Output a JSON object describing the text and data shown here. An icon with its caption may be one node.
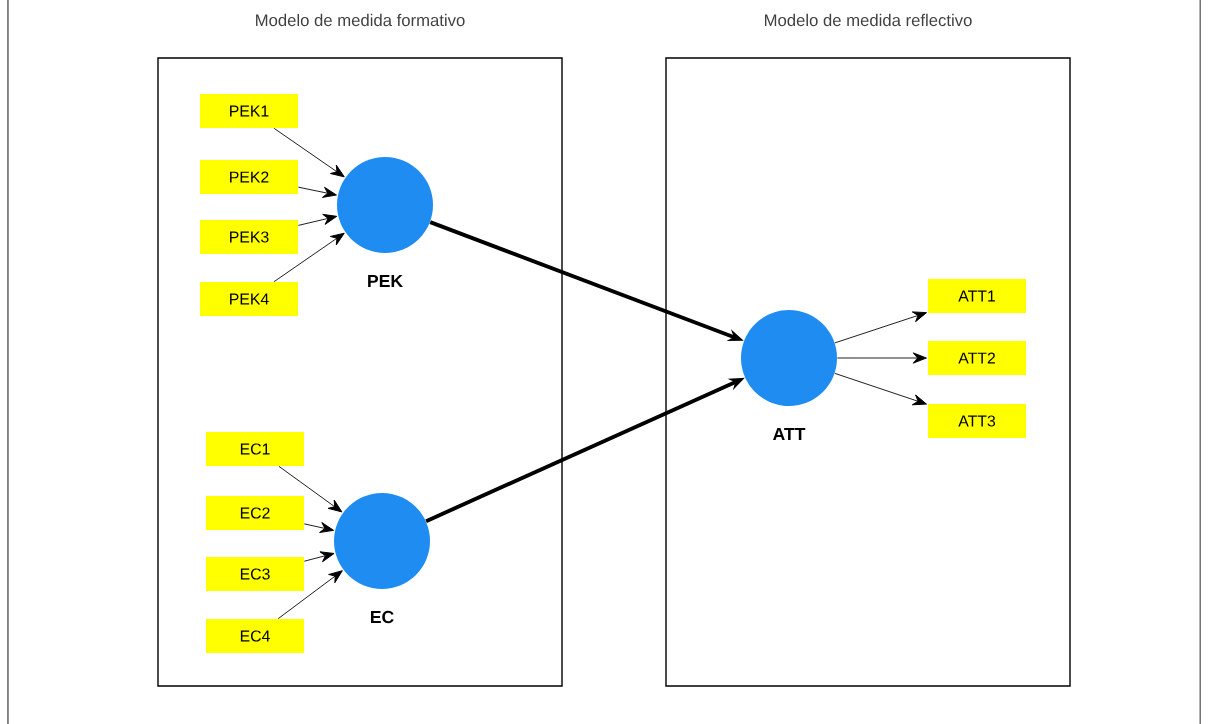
{
  "diagram": {
    "nodes": [
      {
        "text": [
          "Modelo de medida formativo"
        ]
      },
      {
        "text": [
          "PEK1"
        ],
        "in": 0
      },
      {
        "text": [
          "PEK2"
        ],
        "in": 0
      },
      {
        "text": [
          "PEK3"
        ],
        "in": 0
      },
      {
        "text": [
          "PEK4"
        ],
        "in": 0
      },
      {
        "text": [
          "PEK"
        ],
        "in": 0
      },
      {
        "text": [
          "EC1"
        ],
        "in": 0
      },
      {
        "text": [
          "EC2"
        ],
        "in": 0
      },
      {
        "text": [
          "EC3"
        ],
        "in": 0
      },
      {
        "text": [
          "EC4"
        ],
        "in": 0
      },
      {
        "text": [
          "EC"
        ],
        "in": 0
      },
      {
        "text": [
          "Modelo de medida reflectivo"
        ]
      },
      {
        "text": [
          "ATT"
        ],
        "in": 11
      },
      {
        "text": [
          "ATT1"
        ],
        "in": 11
      },
      {
        "text": [
          "ATT2"
        ],
        "in": 11
      },
      {
        "text": [
          "ATT3"
        ],
        "in": 11
      }
    ],
    "edges": [
      {
        "from": 1,
        "to": 5,
        "arrow": "to"
      },
      {
        "from": 2,
        "to": 5,
        "arrow": "to"
      },
      {
        "from": 3,
        "to": 5,
        "arrow": "to"
      },
      {
        "from": 4,
        "to": 5,
        "arrow": "to"
      },
      {
        "from": 6,
        "to": 10,
        "arrow": "to"
      },
      {
        "from": 7,
        "to": 10,
        "arrow": "to"
      },
      {
        "from": 8,
        "to": 10,
        "arrow": "to"
      },
      {
        "from": 9,
        "to": 10,
        "arrow": "to"
      },
      {
        "from": 5,
        "to": 12,
        "arrow": "to",
        "style": "thick"
      },
      {
        "from": 10,
        "to": 12,
        "arrow": "to",
        "style": "thick"
      },
      {
        "from": 12,
        "to": 13,
        "arrow": "to"
      },
      {
        "from": 12,
        "to": 14,
        "arrow": "to"
      },
      {
        "from": 12,
        "to": 15,
        "arrow": "to"
      }
    ]
  }
}
